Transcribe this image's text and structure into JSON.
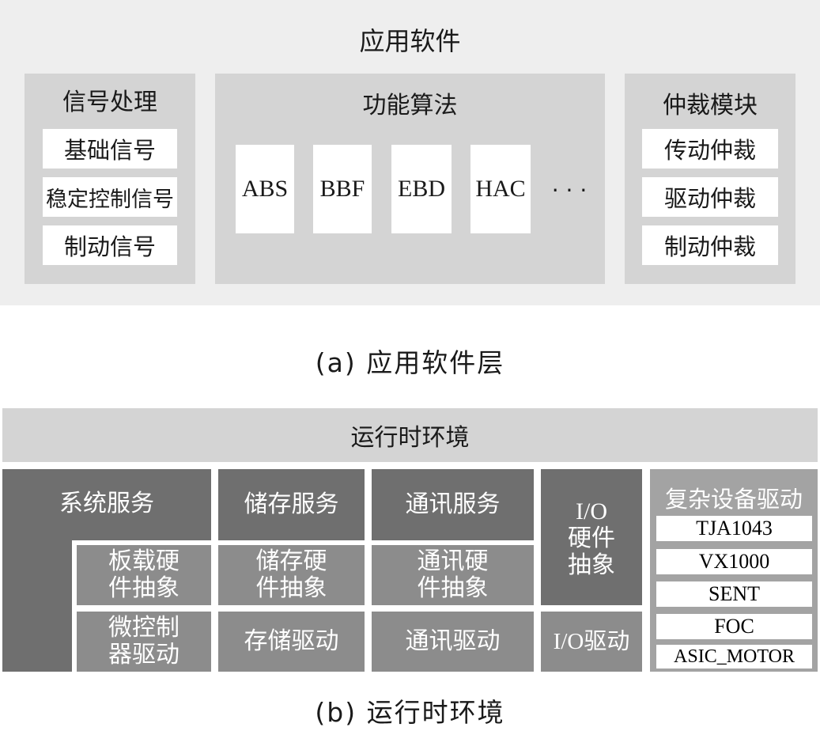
{
  "app_layer": {
    "title": "应用软件",
    "signal_processing": {
      "title": "信号处理",
      "items": [
        "基础信号",
        "稳定控制信号",
        "制动信号"
      ]
    },
    "function_algorithms": {
      "title": "功能算法",
      "items": [
        "ABS",
        "BBF",
        "EBD",
        "HAC"
      ],
      "ellipsis": "· · ·"
    },
    "arbitration_module": {
      "title": "仲裁模块",
      "items": [
        "传动仲裁",
        "驱动仲裁",
        "制动仲裁"
      ]
    },
    "caption": "(a) 应用软件层"
  },
  "rte": {
    "title": "运行时环境",
    "system_services": "系统服务",
    "storage_services": "储存服务",
    "comm_services": "通讯服务",
    "io_hw_abstraction": [
      "I/O",
      "硬件",
      "抽象"
    ],
    "onboard_hw_abstraction": [
      "板载硬",
      "件抽象"
    ],
    "storage_hw_abstraction": [
      "储存硬",
      "件抽象"
    ],
    "comm_hw_abstraction": [
      "通讯硬",
      "件抽象"
    ],
    "mcu_driver": [
      "微控制",
      "器驱动"
    ],
    "storage_driver": "存储驱动",
    "comm_driver": "通讯驱动",
    "io_driver": "I/O驱动",
    "complex_device_drivers": {
      "title": "复杂设备驱动",
      "items": [
        "TJA1043",
        "VX1000",
        "SENT",
        "FOC",
        "ASIC_MOTOR"
      ]
    },
    "caption": "(b) 运行时环境"
  },
  "colors": {
    "background": "#ffffff",
    "app_layer_bg": "#eeeeee",
    "panel_bg": "#d4d4d4",
    "dark_block": "#6f6f6f",
    "mid_block": "#8c8c8c"
  }
}
